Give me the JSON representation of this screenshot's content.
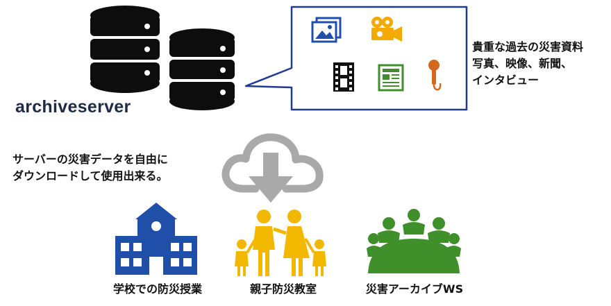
{
  "server": {
    "label": "archiveserver"
  },
  "media": {
    "lines": [
      "貴重な過去の災害資料",
      "写真、映像、新聞、",
      "インタビュー"
    ]
  },
  "usage": {
    "lines": [
      "サーバーの災害データを自由に",
      "ダウンロードして使用出来る。"
    ]
  },
  "uses": [
    {
      "label": "学校での防災授業",
      "icon": "school-building-icon",
      "color": "#1f4fa8"
    },
    {
      "label": "親子防災教室",
      "icon": "family-icon",
      "color": "#f2b800"
    },
    {
      "label": "災害アーカイブWS",
      "icon": "workshop-group-icon",
      "color": "#3f8f2a"
    }
  ],
  "colors": {
    "server": "#0d0d0d",
    "cloud": "#a9a9a9",
    "bubble_border": "#1f3a93",
    "photo_icon": "#1f4fa8",
    "camera_icon": "#f2a900",
    "film_icon": "#111111",
    "newspaper_icon": "#3f8f2a",
    "microphone_icon": "#d2691e"
  }
}
